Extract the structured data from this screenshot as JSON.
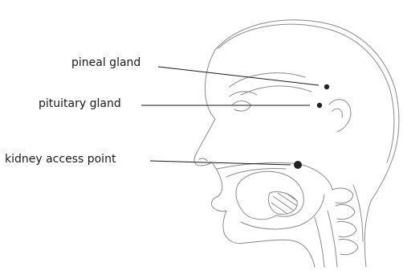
{
  "labels": {
    "pineal": "pineal gland",
    "pituitary": "pituitary gland",
    "kidney": "kidney access point"
  },
  "colors": {
    "outline": "#8a8a8a",
    "leader": "#1a1a1a",
    "marker": "#222222",
    "text": "#1a1a1a"
  }
}
